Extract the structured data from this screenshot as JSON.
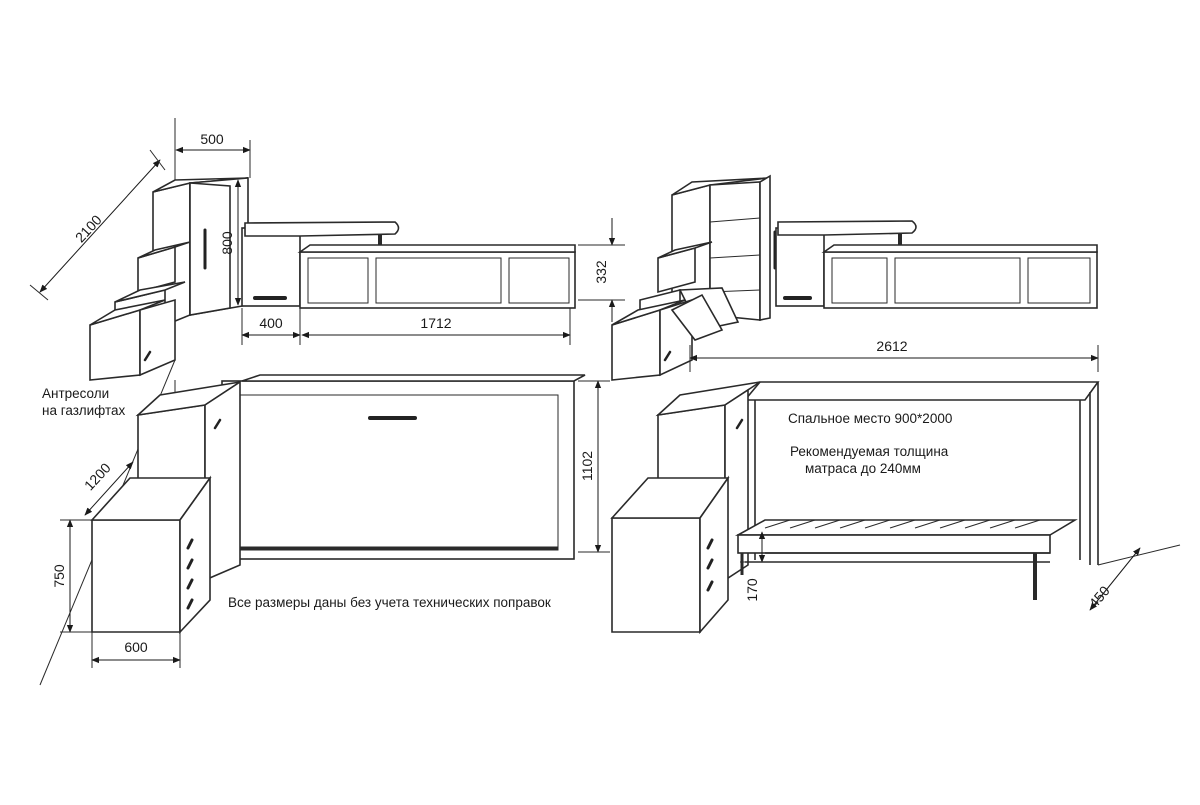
{
  "labels": {
    "antresoli": [
      "Антресоли",
      "на газлифтах"
    ],
    "note": "Все размеры даны без учета технических поправок",
    "sleeping": "Спальное место 900*2000",
    "mattress": [
      "Рекомендуемая толщина",
      "матраса  до 240мм"
    ]
  },
  "dims": {
    "d2100": "2100",
    "d500": "500",
    "d800": "800",
    "d332": "332",
    "d400": "400",
    "d1712": "1712",
    "d2612": "2612",
    "d1102": "1102",
    "d1200": "1200",
    "d750": "750",
    "d600": "600",
    "d170": "170",
    "d450": "450"
  },
  "colors": {
    "line": "#2a2a2a",
    "background": "#ffffff"
  }
}
